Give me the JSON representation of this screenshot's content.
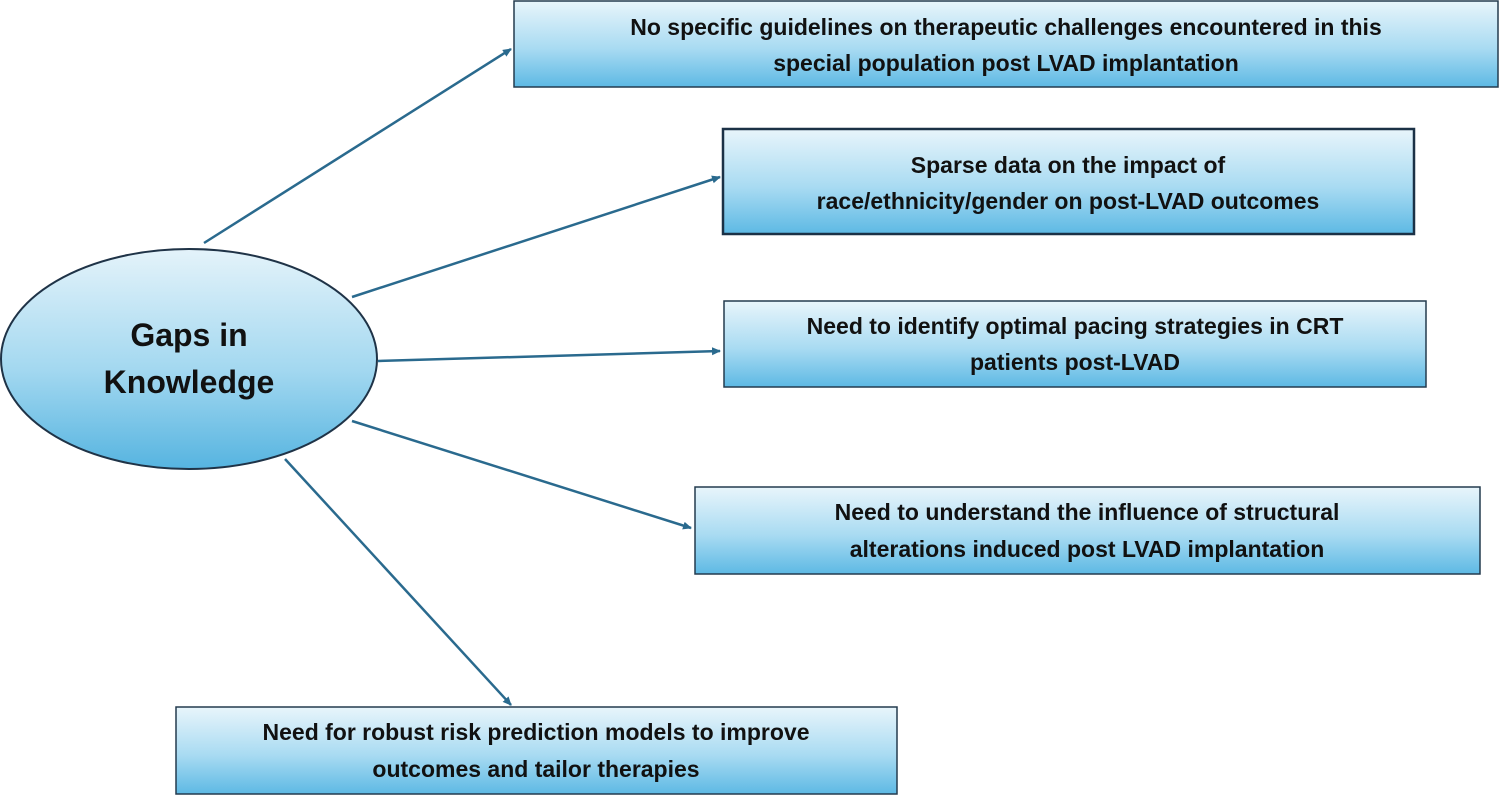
{
  "center": {
    "line1": "Gaps in",
    "line2": "Knowledge"
  },
  "boxes": [
    {
      "line1": "No specific guidelines on therapeutic challenges encountered in this",
      "line2": "special population post LVAD implantation"
    },
    {
      "line1": "Sparse data on the impact of",
      "line2": "race/ethnicity/gender on post-LVAD outcomes"
    },
    {
      "line1": "Need to identify optimal pacing strategies in CRT",
      "line2": "patients post-LVAD"
    },
    {
      "line1": "Need to understand the influence of structural",
      "line2": "alterations induced post LVAD  implantation"
    },
    {
      "line1": "Need for robust risk prediction models to improve",
      "line2": "outcomes and tailor therapies"
    }
  ],
  "colors": {
    "fill_light": "#e6f4fb",
    "fill_dark": "#63bde6",
    "arrow": "#2a6a8e",
    "border": "#243b4e"
  }
}
